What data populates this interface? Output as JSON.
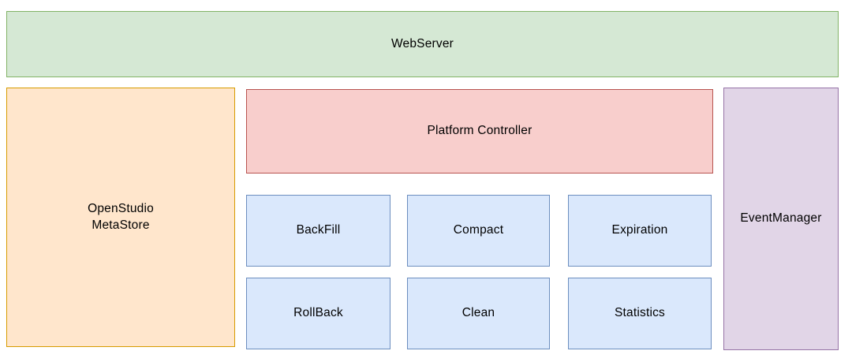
{
  "diagram": {
    "background_color": "#ffffff",
    "text_color": "#000000",
    "boxes": {
      "webserver": {
        "label": "WebServer",
        "fill": "#d5e8d4",
        "stroke": "#82b366"
      },
      "metastore": {
        "label_line1": "OpenStudio",
        "label_line2": "MetaStore",
        "fill": "#ffe6cc",
        "stroke": "#d79b00"
      },
      "platform_controller": {
        "label": "Platform Controller",
        "fill": "#f8cecc",
        "stroke": "#b85450"
      },
      "backfill": {
        "label": "BackFill",
        "fill": "#dae8fc",
        "stroke": "#6c8ebf"
      },
      "compact": {
        "label": "Compact",
        "fill": "#dae8fc",
        "stroke": "#6c8ebf"
      },
      "expiration": {
        "label": "Expiration",
        "fill": "#dae8fc",
        "stroke": "#6c8ebf"
      },
      "rollback": {
        "label": "RollBack",
        "fill": "#dae8fc",
        "stroke": "#6c8ebf"
      },
      "clean": {
        "label": "Clean",
        "fill": "#dae8fc",
        "stroke": "#6c8ebf"
      },
      "statistics": {
        "label": "Statistics",
        "fill": "#dae8fc",
        "stroke": "#6c8ebf"
      },
      "eventmanager": {
        "label": "EventManager",
        "fill": "#e1d5e7",
        "stroke": "#9673a6"
      }
    }
  }
}
